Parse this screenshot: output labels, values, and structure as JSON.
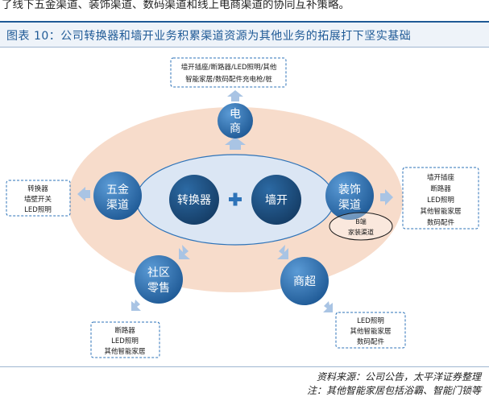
{
  "header": {
    "intro_text": "了线下五金渠道、装饰渠道、数码渠道和线上电商渠道的协同互补策略。",
    "figure_title": "图表 10：公司转换器和墙开业务积累渠道资源为其他业务的拓展打下坚实基础"
  },
  "diagram": {
    "center_left": "转换器",
    "center_plus": "+",
    "center_right": "墙开",
    "channels": {
      "ecommerce": [
        "电",
        "商"
      ],
      "hardware": [
        "五金",
        "渠道"
      ],
      "decor": [
        "装饰",
        "渠道"
      ],
      "community": [
        "社区",
        "零售"
      ],
      "supermarket": "商超"
    },
    "b_end_tag": [
      "B端",
      "家装渠道"
    ],
    "product_boxes": {
      "ecommerce": [
        "墙开插座/断路器/LED照明/其他",
        "智能家居/数码配件充电枪/桩"
      ],
      "hardware": [
        "转换器",
        "墙壁开关",
        "LED照明"
      ],
      "decor": [
        "墙开插座",
        "断路器",
        "LED照明",
        "其他智能家居",
        "数码配件"
      ],
      "community": [
        "断路器",
        "LED照明",
        "其他智能家居"
      ],
      "supermarket": [
        "LED照明",
        "其他智能家居",
        "数码配件"
      ]
    }
  },
  "footer": {
    "source": "资料来源：公司公告，太平洋证券整理",
    "note": "注：其他智能家居包括浴霸、智能门锁等"
  },
  "colors": {
    "brand_blue": "#1f5a96",
    "node_blue": "#2e73b8",
    "center_dark": "#1d4f80",
    "orange_ellipse": "#f6d9c6",
    "inner_ellipse": "#dbe6f4",
    "arrow_blue": "#a9c4e4",
    "box_border": "#2e73b8"
  }
}
